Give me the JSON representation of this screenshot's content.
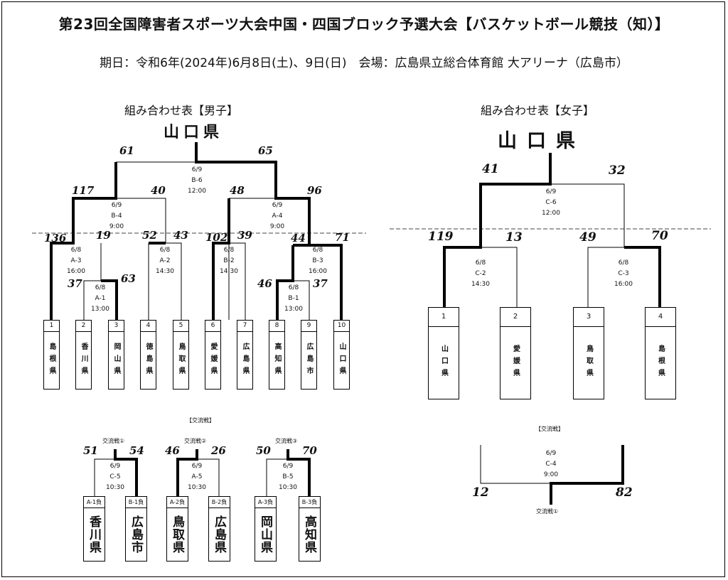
{
  "header": {
    "title": "第23回全国障害者スポーツ大会中国・四国ブロック予選大会【バスケットボール競技（知）】",
    "subtitle": "期日：令和6年(2024年)6月8日(土)、9日(日)　会場：広島県立総合体育館 大アリーナ（広島市）"
  },
  "men": {
    "section_title": "組み合わせ表【男子】",
    "champion": "山口県",
    "teams": [
      {
        "num": "1",
        "name": "島根県"
      },
      {
        "num": "2",
        "name": "香川県"
      },
      {
        "num": "3",
        "name": "岡山県"
      },
      {
        "num": "4",
        "name": "徳島県"
      },
      {
        "num": "5",
        "name": "鳥取県"
      },
      {
        "num": "6",
        "name": "愛媛県"
      },
      {
        "num": "7",
        "name": "広島県"
      },
      {
        "num": "8",
        "name": "高知県"
      },
      {
        "num": "9",
        "name": "広島市"
      },
      {
        "num": "10",
        "name": "山口県"
      }
    ],
    "games": {
      "a1": {
        "date": "6/8",
        "code": "A-1",
        "time": "13:00"
      },
      "b1": {
        "date": "6/8",
        "code": "B-1",
        "time": "13:00"
      },
      "a3": {
        "date": "6/8",
        "code": "A-3",
        "time": "16:00"
      },
      "a2": {
        "date": "6/8",
        "code": "A-2",
        "time": "14:30"
      },
      "b2": {
        "date": "6/8",
        "code": "B-2",
        "time": "14:30"
      },
      "b3": {
        "date": "6/8",
        "code": "B-3",
        "time": "16:00"
      },
      "b4": {
        "date": "6/9",
        "code": "B-4",
        "time": "9:00"
      },
      "a4": {
        "date": "6/9",
        "code": "A-4",
        "time": "9:00"
      },
      "b6": {
        "date": "6/9",
        "code": "B-6",
        "time": "12:00"
      }
    },
    "scores": {
      "final_left": "61",
      "final_right": "65",
      "b4_left": "117",
      "b4_right": "40",
      "a4_left": "48",
      "a4_right": "96",
      "a3_left": "136",
      "a3_right": "19",
      "a2_left": "52",
      "a2_right": "43",
      "b2_left": "102",
      "b2_right": "39",
      "b3_left": "44",
      "b3_right": "71",
      "a1_left": "37",
      "a1_right": "63",
      "b1_left": "46",
      "b1_right": "37"
    },
    "exchange_label": "【交流戦】",
    "exchange": [
      {
        "title": "交流戦①",
        "date": "6/9",
        "code": "C-5",
        "time": "10:30",
        "left_score": "51",
        "right_score": "54",
        "left_slot": "A-1負",
        "right_slot": "B-1負",
        "left_team": "香川県",
        "right_team": "広島市"
      },
      {
        "title": "交流戦②",
        "date": "6/9",
        "code": "A-5",
        "time": "10:30",
        "left_score": "46",
        "right_score": "26",
        "left_slot": "A-2負",
        "right_slot": "B-2負",
        "left_team": "鳥取県",
        "right_team": "広島県"
      },
      {
        "title": "交流戦③",
        "date": "6/9",
        "code": "B-5",
        "time": "10:30",
        "left_score": "50",
        "right_score": "70",
        "left_slot": "A-3負",
        "right_slot": "B-3負",
        "left_team": "岡山県",
        "right_team": "高知県"
      }
    ]
  },
  "women": {
    "section_title": "組み合わせ表【女子】",
    "champion": "山口県",
    "teams": [
      {
        "num": "1",
        "name": "山口県"
      },
      {
        "num": "2",
        "name": "愛媛県"
      },
      {
        "num": "3",
        "name": "鳥取県"
      },
      {
        "num": "4",
        "name": "島根県"
      }
    ],
    "games": {
      "c2": {
        "date": "6/8",
        "code": "C-2",
        "time": "14:30"
      },
      "c3": {
        "date": "6/8",
        "code": "C-3",
        "time": "16:00"
      },
      "c6": {
        "date": "6/9",
        "code": "C-6",
        "time": "12:00"
      }
    },
    "scores": {
      "final_left": "41",
      "final_right": "32",
      "c2_left": "119",
      "c2_right": "13",
      "c3_left": "49",
      "c3_right": "70"
    },
    "exchange_label": "【交流戦】",
    "exchange": {
      "title": "交流戦①",
      "date": "6/9",
      "code": "C-4",
      "time": "9:00",
      "left_score": "12",
      "right_score": "82"
    }
  }
}
